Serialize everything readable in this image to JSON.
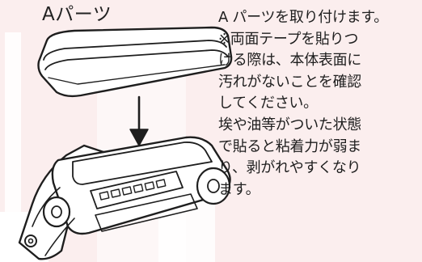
{
  "diagram": {
    "part_label": "Aパーツ"
  },
  "instructions": {
    "lines": [
      "A パーツを取り付けます。",
      "※両面テープを貼りつ",
      "ける際は、本体表面に",
      "汚れがないことを確認",
      "してください。",
      "埃や油等がついた状態",
      "で貼ると粘着力が弱ま",
      "り、剥がれやすくなり",
      "ます。"
    ]
  },
  "colors": {
    "background": "#fbeeee",
    "ink": "#1e1e1e",
    "part_fill": "#ffffff"
  }
}
